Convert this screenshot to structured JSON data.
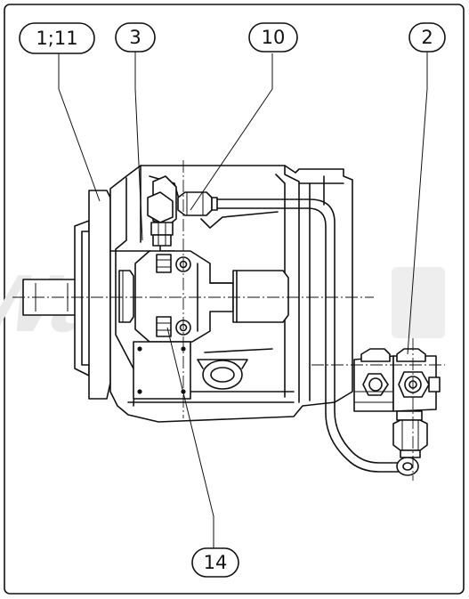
{
  "callouts": [
    {
      "id": "c1",
      "label": "1;11"
    },
    {
      "id": "c2",
      "label": "3"
    },
    {
      "id": "c3",
      "label": "10"
    },
    {
      "id": "c4",
      "label": "2"
    },
    {
      "id": "c5",
      "label": "14"
    }
  ],
  "colors": {
    "line": "#111111",
    "background": "#ffffff",
    "watermark": "#e9e9e9"
  }
}
